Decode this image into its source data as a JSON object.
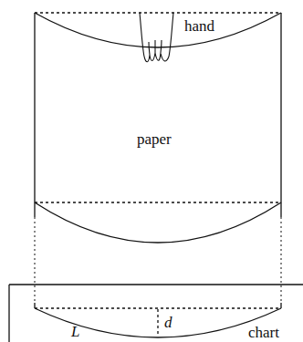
{
  "diagram": {
    "labels": [
      "hand",
      "paper",
      "d",
      "L",
      "chart"
    ]
  }
}
